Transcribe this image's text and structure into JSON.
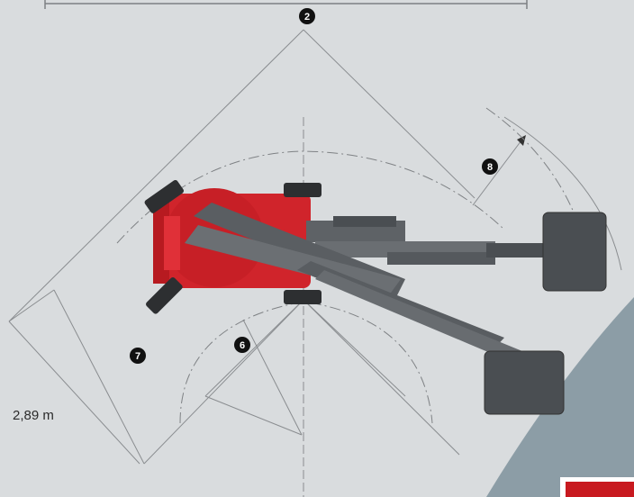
{
  "callouts": {
    "two": "2",
    "six": "6",
    "seven": "7",
    "eight": "8"
  },
  "dimension_label": "2,89 m",
  "colors": {
    "background": "#d9dcde",
    "panel_shape": "#8c9da6",
    "chassis_red": "#d0242b",
    "boom_grey": "#5e6266",
    "basket_grey": "#4a4e52",
    "line_grey": "#8a8d90",
    "callout_fill": "#111111"
  }
}
